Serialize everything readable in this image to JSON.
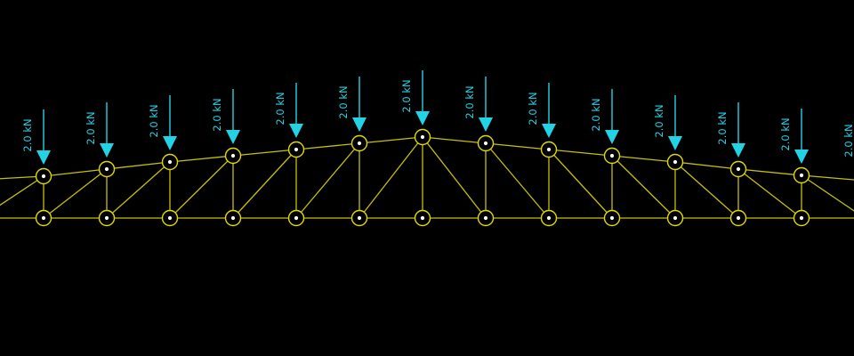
{
  "viewer": {
    "background": "#000000",
    "member_color": "#c8c000",
    "node_color": "#e0d800",
    "load_color": "#22d3e6"
  },
  "truss": {
    "panels": 14,
    "web_pattern": "pratt-type diagonals sloping toward the apex",
    "load": {
      "value_label": "2.0 kN",
      "direction": "downward",
      "applied_at": "top chord joints",
      "count_visible": 13
    },
    "loads": [
      {
        "label": "2.0 kN"
      },
      {
        "label": "2.0 kN"
      },
      {
        "label": "2.0 kN"
      },
      {
        "label": "2.0 kN"
      },
      {
        "label": "2.0 kN"
      },
      {
        "label": "2.0 kN"
      },
      {
        "label": "2.0 kN"
      },
      {
        "label": "2.0 kN"
      },
      {
        "label": "2.0 kN"
      },
      {
        "label": "2.0 kN"
      },
      {
        "label": "2.0 kN"
      },
      {
        "label": "2.0 kN"
      },
      {
        "label": "2.0 kN"
      },
      {
        "label": "2.0 kN"
      }
    ]
  }
}
